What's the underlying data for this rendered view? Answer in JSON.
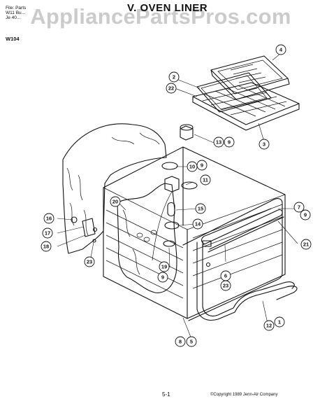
{
  "header": {
    "file_lines": [
      "File: Parts",
      "W11 Bu...",
      "Je 40..."
    ],
    "title": "V. OVEN LINER",
    "model": "W104"
  },
  "watermark": "AppliancePartsPros.com",
  "footer": {
    "page_number": "5-1",
    "copyright": "©Copyright 1989 Jenn-Air Company"
  },
  "callouts": {
    "c1": "1",
    "c2": "2",
    "c3": "3",
    "c4": "4",
    "c5": "5",
    "c6": "6",
    "c7": "7",
    "c8": "8",
    "c9": "9",
    "c10": "10",
    "c11": "11",
    "c12": "12",
    "c13": "13",
    "c14": "14",
    "c15": "15",
    "c16": "16",
    "c17": "17",
    "c18": "18",
    "c19": "19",
    "c20": "20",
    "c21": "21",
    "c22": "22",
    "c23": "23"
  }
}
